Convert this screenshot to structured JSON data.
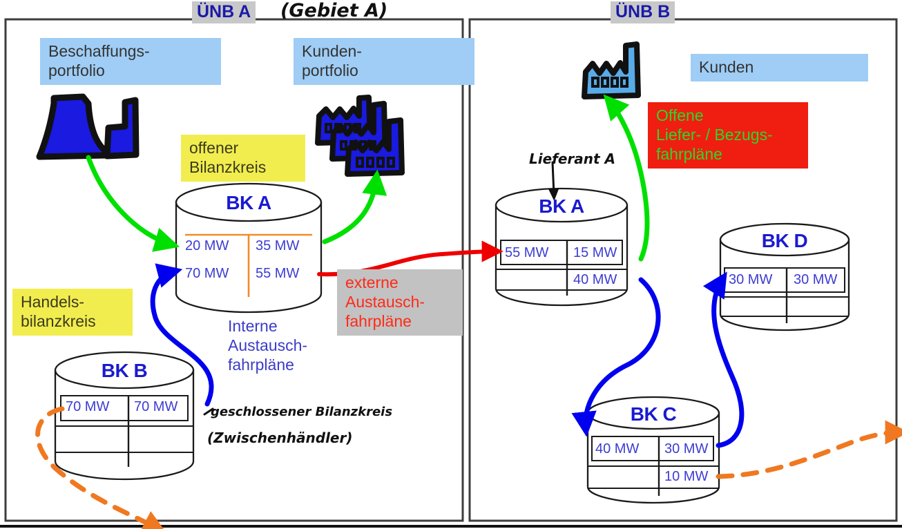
{
  "diagram": {
    "title_left": "ÜNB A",
    "title_left_handwritten": "(Gebiet A)",
    "title_right": "ÜNB B",
    "colors": {
      "blue_text": "#3c3cd2",
      "cylinder_title": "#1a1ad0",
      "green_arrow": "#00e000",
      "blue_arrow": "#0000ee",
      "red_arrow": "#ee0000",
      "orange_dashed": "#f07820",
      "orange_table": "#f08c28",
      "highlight_yellow": "#f2ed4e",
      "highlight_blue": "#9fcdf5",
      "highlight_grey": "#c2c2c2",
      "highlight_red": "#f01e10",
      "green_on_red": "#2bd82b"
    }
  },
  "left_panel": {
    "name": "ÜNB A",
    "captions": {
      "procurement_portfolio": "Beschaffungs-\nportfolio",
      "customer_portfolio": "Kunden-\nportfolio",
      "open_balancing_group": "offener\nBilanzkreis",
      "trade_balancing_group": "Handels-\nbilanzkreis",
      "internal_schedules": "Interne\nAustausch-\nfahrpläne",
      "external_schedules": "externe\nAustausch-\nfahrpläne"
    },
    "handwritten": {
      "closed_bg_note_line1": "geschlossener Bilanzkreis",
      "closed_bg_note_line2": "(Zwischenhändler)"
    },
    "icons": {
      "power_plant": "power-plant-icon",
      "factories": "factory-cluster-icon"
    },
    "cylinders": [
      {
        "id": "bk-a-left",
        "label": "BK A",
        "style": "orange-table",
        "cells": [
          {
            "left": "20 MW",
            "right": "35 MW"
          },
          {
            "left": "70 MW",
            "right": "55 MW"
          }
        ]
      },
      {
        "id": "bk-b",
        "label": "BK B",
        "style": "black-table",
        "cells": [
          {
            "left": "70 MW",
            "right": "70 MW"
          },
          {
            "left": "",
            "right": ""
          }
        ]
      }
    ]
  },
  "right_panel": {
    "name": "ÜNB B",
    "captions": {
      "customers": "Kunden",
      "open_supply_schedules": "Offene\nLiefer- / Bezugs-\nfahrpläne"
    },
    "handwritten": {
      "supplier_note": "Lieferant A"
    },
    "icons": {
      "factory": "factory-icon"
    },
    "cylinders": [
      {
        "id": "bk-a-right",
        "label": "BK A",
        "style": "black-table",
        "cells": [
          {
            "left": "55 MW",
            "right": "15 MW"
          },
          {
            "left": "",
            "right": "40 MW"
          }
        ]
      },
      {
        "id": "bk-d",
        "label": "BK D",
        "style": "black-table",
        "cells": [
          {
            "left": "30 MW",
            "right": "30 MW"
          },
          {
            "left": "",
            "right": ""
          }
        ]
      },
      {
        "id": "bk-c",
        "label": "BK C",
        "style": "black-table",
        "cells": [
          {
            "left": "40 MW",
            "right": "30 MW"
          },
          {
            "left": "",
            "right": "10 MW"
          }
        ]
      }
    ]
  }
}
